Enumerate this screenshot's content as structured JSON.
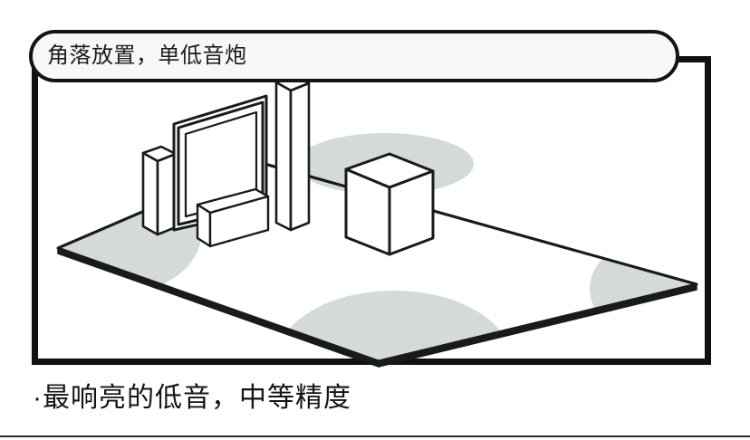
{
  "slide": {
    "title_label": "角落放置，单低音炮",
    "caption_label": "·最响亮的低音，中等精度",
    "colors": {
      "frame_stroke": "#111111",
      "pill_stroke": "#141414",
      "pill_fill": "#f7f7f7",
      "line_art": "#1a1a1a",
      "bass_zone_grey": "#d4d9d9",
      "page_background": "#ffffff",
      "divider": "#2b2b2b"
    }
  },
  "diagram": {
    "type": "room-layout-illustration",
    "description_label": "等距房间示意图：电视、左右主音箱、中置音箱与一只角落低音炮",
    "objects": [
      {
        "id": "floor",
        "label": "房间地面",
        "shape": "parallelogram"
      },
      {
        "id": "back-wall-left",
        "label": "左侧后墙",
        "shape": "line"
      },
      {
        "id": "back-wall-right",
        "label": "右侧后墙",
        "shape": "line"
      },
      {
        "id": "tv",
        "label": "电视",
        "shape": "panel"
      },
      {
        "id": "center-speaker",
        "label": "中置音箱",
        "shape": "box"
      },
      {
        "id": "left-tower-speaker",
        "label": "左主音箱",
        "shape": "tall-box"
      },
      {
        "id": "right-tower-speaker",
        "label": "右主音箱",
        "shape": "tall-box"
      },
      {
        "id": "subwoofer",
        "label": "低音炮",
        "shape": "cube",
        "placement_label": "房间角落"
      }
    ],
    "bass_zones": [
      {
        "id": "bass-zone-subwoofer",
        "label": "低音炮下方低频区"
      },
      {
        "id": "bass-zone-left-corner",
        "label": "左角低频区"
      },
      {
        "id": "bass-zone-front-corner",
        "label": "前角低频区"
      },
      {
        "id": "bass-zone-right-corner",
        "label": "右角低频区"
      }
    ]
  }
}
